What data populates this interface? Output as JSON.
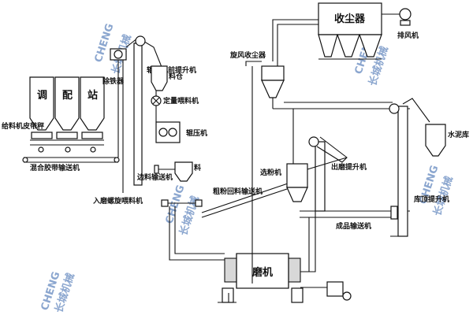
{
  "labels": {
    "dust_collector": "收尘器",
    "exhaust_fan": "排风机",
    "cyclone_collector": "旋风收尘器",
    "roller_press_elevator": "辊压机前提升机",
    "silo": "料仓",
    "constant_feeder": "定量喂料机",
    "roller_press": "辊压机",
    "iron_remover": "除铁器",
    "bin_1": "调",
    "bin_2": "配",
    "bin_3": "站",
    "feeder_belt_scale": "给料机皮带秤",
    "mixed_belt_conveyor": "混合胶带输送机",
    "side_conveyor": "边料输送机",
    "mill_screw_feeder": "入磨螺旋喂料机",
    "coarse_return_conveyor": "粗粉回料输送机",
    "classifier": "选粉机",
    "mill_out_elevator": "出磨提升机",
    "product_conveyor": "成品输送机",
    "cement_silo": "水泥库",
    "silo_elevator": "库顶提升机",
    "mill": "磨机",
    "small_bin_label": "料"
  },
  "watermark": {
    "text_en": "CHENG",
    "text_cn": "长城机械"
  },
  "colors": {
    "line": "#111111",
    "watermark": "#2e5fa8",
    "mill_fill": "#d8d8d8"
  }
}
